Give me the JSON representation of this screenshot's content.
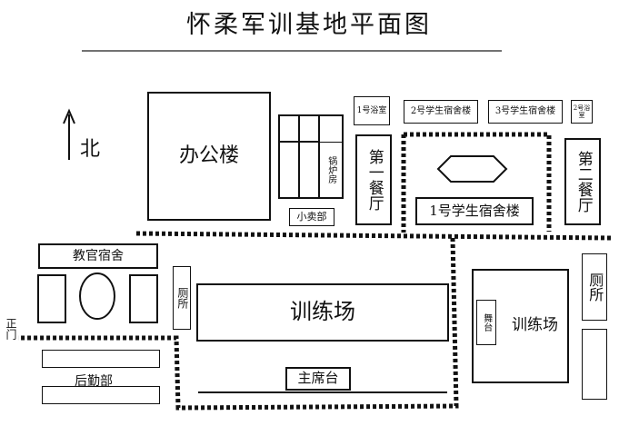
{
  "map": {
    "title": "怀柔军训基地平面图",
    "north_label": "北",
    "buildings": {
      "office": "办公楼",
      "boiler_room": "锅炉房",
      "shop": "小卖部",
      "bath": "1号浴室",
      "dorm2": "2号学生宿舍楼",
      "dorm3": "3号学生宿舍楼",
      "bath2": "2号浴室",
      "canteen1": "第一餐厅",
      "dorm1": "1号学生宿舍楼",
      "canteen2": "第二餐厅",
      "instructor_dorm": "教官宿舍",
      "toilet_left": "厕所",
      "drill_ground_main": "训练场",
      "reviewing_stand": "主席台",
      "stage": "舞台",
      "drill_ground_east": "训练场",
      "toilet_right": "厕所",
      "main_gate": "正门",
      "logistics": "后勤部"
    }
  }
}
